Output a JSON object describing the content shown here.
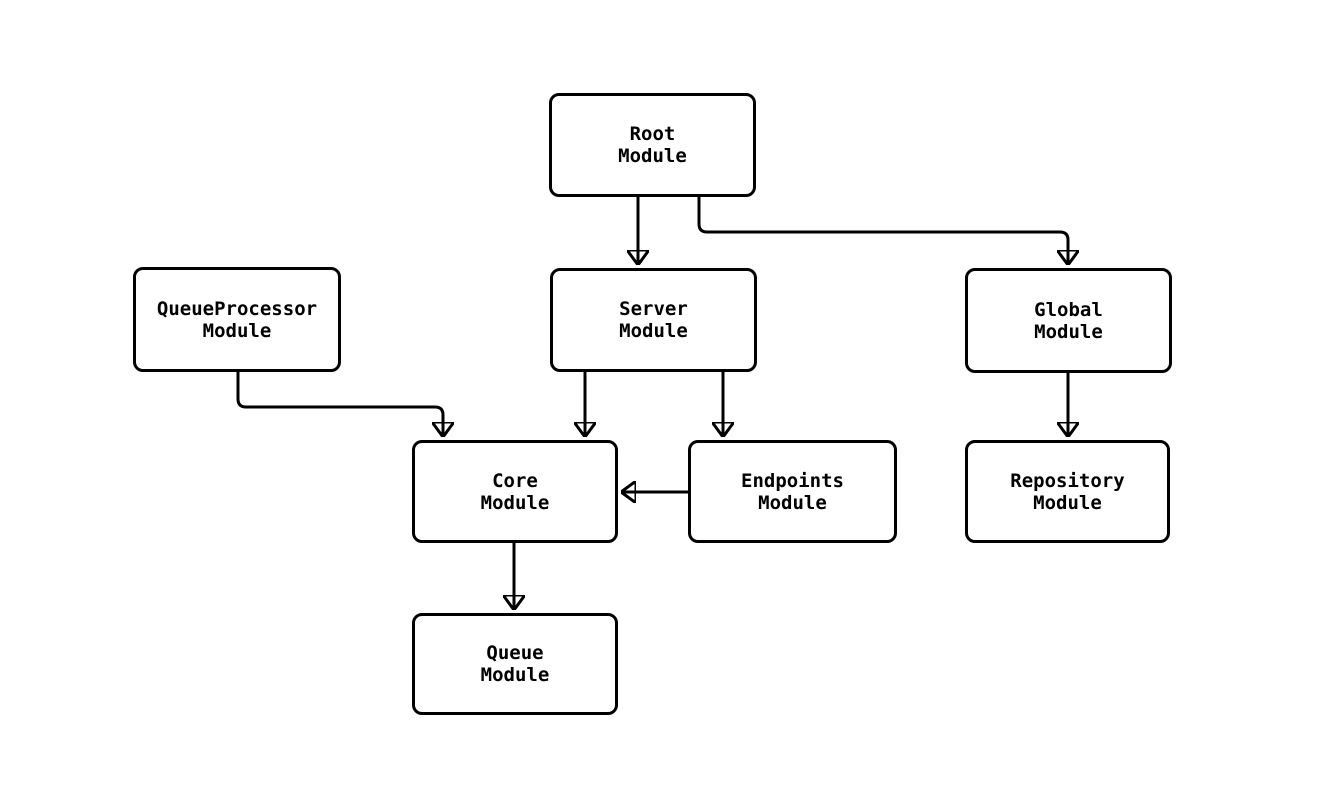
{
  "diagram": {
    "kind": "module-dependency-flowchart",
    "background_color": "#ffffff",
    "node_fill_color": "#ffffff",
    "node_border_color": "#000000",
    "edge_color": "#000000"
  },
  "nodes": [
    {
      "id": "root",
      "label": "Root\nModule"
    },
    {
      "id": "queueprocessor",
      "label": "QueueProcessor\nModule"
    },
    {
      "id": "server",
      "label": "Server\nModule"
    },
    {
      "id": "global",
      "label": "Global\nModule"
    },
    {
      "id": "core",
      "label": "Core\nModule"
    },
    {
      "id": "endpoints",
      "label": "Endpoints\nModule"
    },
    {
      "id": "repository",
      "label": "Repository\nModule"
    },
    {
      "id": "queue",
      "label": "Queue\nModule"
    }
  ],
  "edges": [
    {
      "from": "Root Module",
      "to": "Server Module"
    },
    {
      "from": "Root Module",
      "to": "Global Module"
    },
    {
      "from": "QueueProcessor Module",
      "to": "Core Module"
    },
    {
      "from": "Server Module",
      "to": "Core Module"
    },
    {
      "from": "Server Module",
      "to": "Endpoints Module"
    },
    {
      "from": "Endpoints Module",
      "to": "Core Module"
    },
    {
      "from": "Global Module",
      "to": "Repository Module"
    },
    {
      "from": "Core Module",
      "to": "Queue Module"
    }
  ]
}
